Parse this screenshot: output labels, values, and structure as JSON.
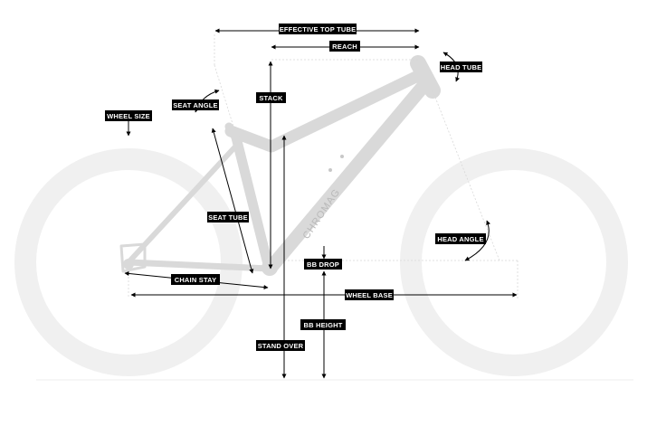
{
  "brand": "CHROMAG",
  "labels": {
    "effective_top_tube": "EFFECTIVE TOP TUBE",
    "reach": "REACH",
    "head_tube": "HEAD TUBE",
    "seat_angle": "SEAT ANGLE",
    "stack": "STACK",
    "wheel_size": "WHEEL SIZE",
    "seat_tube": "SEAT TUBE",
    "head_angle": "HEAD ANGLE",
    "bb_drop": "BB DROP",
    "chain_stay": "CHAIN STAY",
    "wheel_base": "WHEEL BASE",
    "bb_height": "BB HEIGHT",
    "stand_over": "STAND OVER"
  },
  "colors": {
    "label_bg": "#000000",
    "label_text": "#ffffff",
    "frame": "#d9d9d9",
    "tire": "#f0f0f0",
    "dimension_line": "#000000"
  }
}
